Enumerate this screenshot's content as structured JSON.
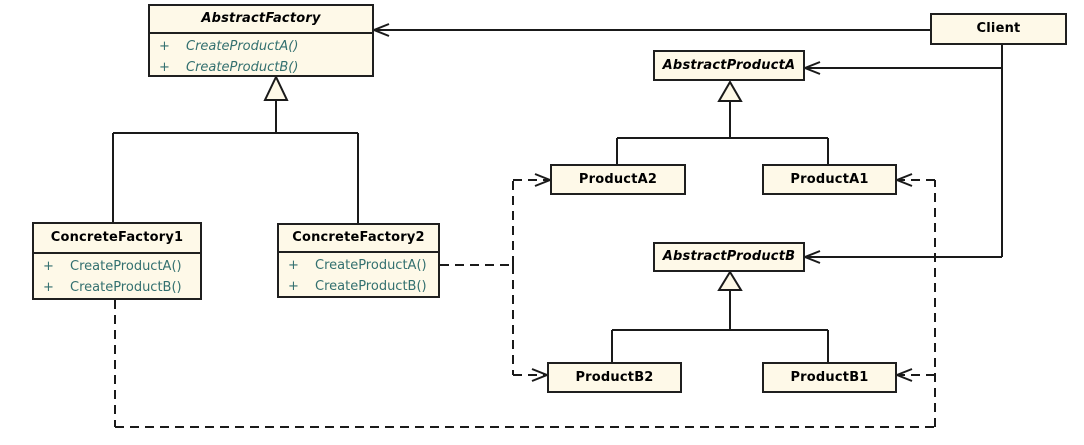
{
  "diagram": {
    "kind": "uml-class-diagram",
    "pattern": "Abstract Factory",
    "colors": {
      "box_fill": "#FEF9E8",
      "box_border": "#1F1F1F",
      "line": "#1A1A1A",
      "method_text": "#33706F",
      "title_text": "#000000",
      "background": "#FFFFFF"
    }
  },
  "classes": {
    "abstract_factory": {
      "name": "AbstractFactory",
      "abstract": true,
      "methods": [
        {
          "visibility": "+",
          "signature": "CreateProductA()"
        },
        {
          "visibility": "+",
          "signature": "CreateProductB()"
        }
      ]
    },
    "concrete_factory1": {
      "name": "ConcreteFactory1",
      "abstract": false,
      "methods": [
        {
          "visibility": "+",
          "signature": "CreateProductA()"
        },
        {
          "visibility": "+",
          "signature": "CreateProductB()"
        }
      ]
    },
    "concrete_factory2": {
      "name": "ConcreteFactory2",
      "abstract": false,
      "methods": [
        {
          "visibility": "+",
          "signature": "CreateProductA()"
        },
        {
          "visibility": "+",
          "signature": "CreateProductB()"
        }
      ]
    },
    "client": {
      "name": "Client",
      "abstract": false
    },
    "abstract_product_a": {
      "name": "AbstractProductA",
      "abstract": true
    },
    "product_a2": {
      "name": "ProductA2",
      "abstract": false
    },
    "product_a1": {
      "name": "ProductA1",
      "abstract": false
    },
    "abstract_product_b": {
      "name": "AbstractProductB",
      "abstract": true
    },
    "product_b2": {
      "name": "ProductB2",
      "abstract": false
    },
    "product_b1": {
      "name": "ProductB1",
      "abstract": false
    }
  },
  "relationships": [
    {
      "type": "association",
      "from": "Client",
      "to": "AbstractFactory"
    },
    {
      "type": "association",
      "from": "Client",
      "to": "AbstractProductA"
    },
    {
      "type": "association",
      "from": "Client",
      "to": "AbstractProductB"
    },
    {
      "type": "generalization",
      "from": "ConcreteFactory1",
      "to": "AbstractFactory"
    },
    {
      "type": "generalization",
      "from": "ConcreteFactory2",
      "to": "AbstractFactory"
    },
    {
      "type": "generalization",
      "from": "ProductA2",
      "to": "AbstractProductA"
    },
    {
      "type": "generalization",
      "from": "ProductA1",
      "to": "AbstractProductA"
    },
    {
      "type": "generalization",
      "from": "ProductB2",
      "to": "AbstractProductB"
    },
    {
      "type": "generalization",
      "from": "ProductB1",
      "to": "AbstractProductB"
    },
    {
      "type": "dependency",
      "from": "ConcreteFactory1",
      "to": "ProductA1"
    },
    {
      "type": "dependency",
      "from": "ConcreteFactory1",
      "to": "ProductB1"
    },
    {
      "type": "dependency",
      "from": "ConcreteFactory2",
      "to": "ProductA2"
    },
    {
      "type": "dependency",
      "from": "ConcreteFactory2",
      "to": "ProductB2"
    }
  ]
}
